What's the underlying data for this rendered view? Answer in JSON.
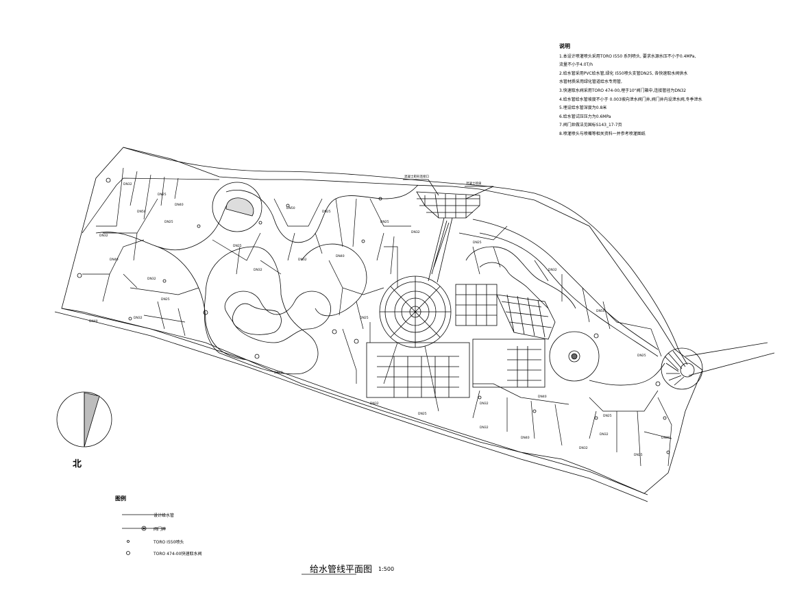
{
  "notes": {
    "title": "说明",
    "lines": [
      "1.本设计喷灌喷头采用TORO I550 系列喷头,                     要求水源水压不小于0.4MPa,",
      "   流量不小于4.0T/h",
      "2.给水管采用PVC给水管,绿化                          I550喷头支管DN25,            各快速取水阀供水",
      "   水管材质采用绿化管道给水专用管,",
      "3.快速取水阀采用TORO 474-00,埋于10\"阀门箱中,连接管径为DN32",
      "4.给水管给水管坡度不小于                 0.003坡向泄水阀门井,阀门井内设泄水阀,冬季泄水",
      "5.埋设给水管深度为0.8米",
      "6.给水管试压压力为0.6MPa",
      "7.阀门井做法见国标S143_17-7页",
      "8.喷灌喷头与喷嘴等相关资料一并参考喷灌图纸"
    ]
  },
  "legend": {
    "title": "图例",
    "items": [
      {
        "symbol": "line",
        "label": "设计给水管"
      },
      {
        "symbol": "valve",
        "label": "阀门井"
      },
      {
        "symbol": "small-circle",
        "label": "TORO I550喷头"
      },
      {
        "symbol": "circle",
        "label": "TORO 474-00快速取水阀"
      }
    ]
  },
  "plan": {
    "title": "给水管线平面图",
    "scale": "1:500",
    "north": "北"
  },
  "pipe_labels": [
    "DN32",
    "DN25",
    "DN40",
    "DN50",
    "DN32",
    "DN25",
    "DN40",
    "DN32",
    "DN25",
    "DN32",
    "DN40",
    "DN25",
    "DN32",
    "DN50",
    "DN25",
    "DN32",
    "DN40",
    "DN25",
    "DN32",
    "DN25",
    "DN40",
    "DN32",
    "DN25",
    "DN32",
    "DN40",
    "DN25",
    "DN32",
    "DN50",
    "DN25",
    "DN32",
    "DN40",
    "DN25",
    "DN32",
    "DN25",
    "DN40",
    "DN32"
  ],
  "callouts": [
    "混凝土矩形连接口",
    "混凝土喷泉"
  ],
  "colors": {
    "line": "#000000",
    "north_fill": "#bdbdbd"
  }
}
